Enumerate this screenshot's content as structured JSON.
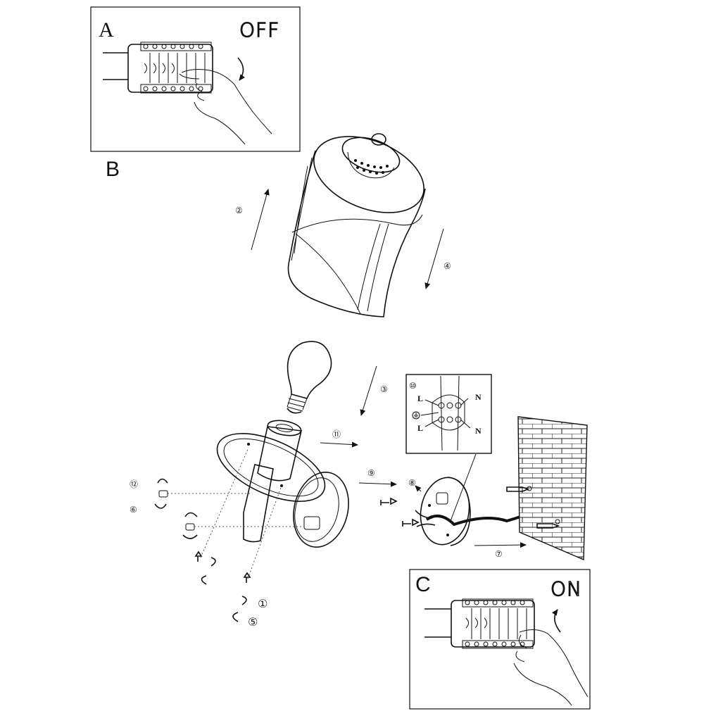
{
  "panels": {
    "a": {
      "letter": "A",
      "state": "OFF"
    },
    "b": {
      "letter": "B"
    },
    "c": {
      "letter": "C",
      "state": "ON"
    }
  },
  "steps": {
    "s1": "①",
    "s2": "②",
    "s3": "③",
    "s4": "④",
    "s5": "⑤",
    "s6": "⑥",
    "s7": "⑦",
    "s8": "⑧",
    "s9": "⑨",
    "s10": "⑩",
    "s11": "⑪",
    "s12": "⑫"
  },
  "terminal": {
    "live_top": "L",
    "neutral_top": "N",
    "live_bottom": "L",
    "neutral_bottom": "N"
  },
  "icons": [
    "breaker-panel-icon",
    "hand-icon",
    "rotate-arrow-icon",
    "lamp-shade-icon",
    "light-bulb-icon",
    "lamp-base-icon",
    "screw-icon",
    "wall-plug-icon",
    "brick-wall-icon",
    "earth-symbol-icon"
  ]
}
